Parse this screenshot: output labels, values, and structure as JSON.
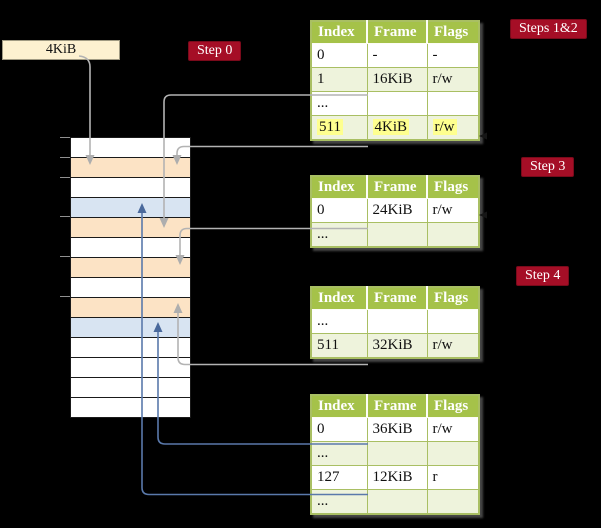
{
  "legend_box": {
    "label": "4KiB"
  },
  "step_labels": [
    {
      "id": "step-0",
      "text": "Step 0"
    },
    {
      "id": "steps-1-2",
      "text": "Steps 1&2"
    },
    {
      "id": "step-3",
      "text": "Step 3"
    },
    {
      "id": "step-4",
      "text": "Step 4"
    }
  ],
  "memory_column": {
    "description": "physical memory frames, 4KiB each",
    "rows": [
      "white",
      "orange",
      "white",
      "blue",
      "orange",
      "white",
      "orange",
      "white",
      "orange",
      "blue",
      "white",
      "white",
      "white",
      "white"
    ]
  },
  "page_tables": [
    {
      "name": "page-table-steps-1-2",
      "columns": [
        "Index",
        "Frame",
        "Flags"
      ],
      "rows": [
        {
          "cells": [
            "0",
            "-",
            "-"
          ],
          "tint": false,
          "highlight": false
        },
        {
          "cells": [
            "1",
            "16KiB",
            "r/w"
          ],
          "tint": true,
          "highlight": false
        },
        {
          "cells": [
            "...",
            "",
            ""
          ],
          "tint": false,
          "highlight": false
        },
        {
          "cells": [
            "511",
            "4KiB",
            "r/w"
          ],
          "tint": true,
          "highlight": true
        }
      ]
    },
    {
      "name": "page-table-step-3",
      "columns": [
        "Index",
        "Frame",
        "Flags"
      ],
      "rows": [
        {
          "cells": [
            "0",
            "24KiB",
            "r/w"
          ],
          "tint": false,
          "highlight": false
        },
        {
          "cells": [
            "...",
            "",
            ""
          ],
          "tint": true,
          "highlight": false
        }
      ]
    },
    {
      "name": "page-table-step-4",
      "columns": [
        "Index",
        "Frame",
        "Flags"
      ],
      "rows": [
        {
          "cells": [
            "...",
            "",
            ""
          ],
          "tint": false,
          "highlight": false
        },
        {
          "cells": [
            "511",
            "32KiB",
            "r/w"
          ],
          "tint": true,
          "highlight": false
        }
      ]
    },
    {
      "name": "page-table-bottom",
      "columns": [
        "Index",
        "Frame",
        "Flags"
      ],
      "rows": [
        {
          "cells": [
            "0",
            "36KiB",
            "r/w"
          ],
          "tint": false,
          "highlight": false
        },
        {
          "cells": [
            "...",
            "",
            ""
          ],
          "tint": true,
          "highlight": false
        },
        {
          "cells": [
            "127",
            "12KiB",
            "r"
          ],
          "tint": false,
          "highlight": false
        },
        {
          "cells": [
            "...",
            "",
            ""
          ],
          "tint": true,
          "highlight": false
        }
      ]
    }
  ],
  "colors": {
    "table_header_bg": "#a5c249",
    "table_row_tint": "#eef3dc",
    "table_border": "#a9bf63",
    "highlight": "#feff8f",
    "step_label_bg": "#a50e26",
    "row_orange": "#fce3c5",
    "row_blue": "#d8e4f2",
    "legend_bg": "#fdf1d0",
    "connector_gray": "#b3b3b3",
    "connector_blue": "#5a79ab"
  }
}
